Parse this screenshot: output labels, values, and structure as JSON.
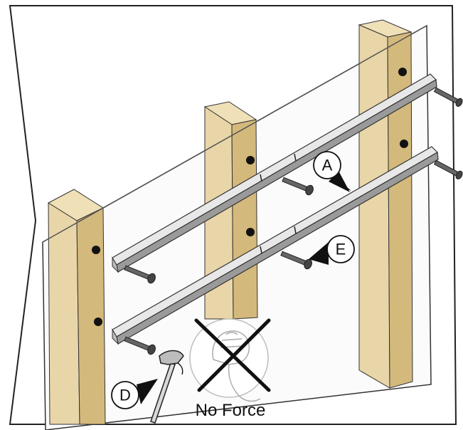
{
  "diagram": {
    "callouts": [
      {
        "id": "A",
        "label": "A"
      },
      {
        "id": "E",
        "label": "E"
      },
      {
        "id": "D",
        "label": "D"
      }
    ],
    "warning": {
      "caption": "No Force"
    },
    "colors": {
      "wood": "#e9d6a8",
      "wood_dark": "#d4b97c",
      "wood_top": "#efe0b8",
      "rail_light": "#e8e8e8",
      "rail_dark": "#8a8a8a",
      "board": "#fbfbfb",
      "outline": "#222222",
      "screw": "#444444"
    },
    "icons": [
      "screw-icon",
      "hammer-icon",
      "fist-icon",
      "cross-icon"
    ]
  }
}
